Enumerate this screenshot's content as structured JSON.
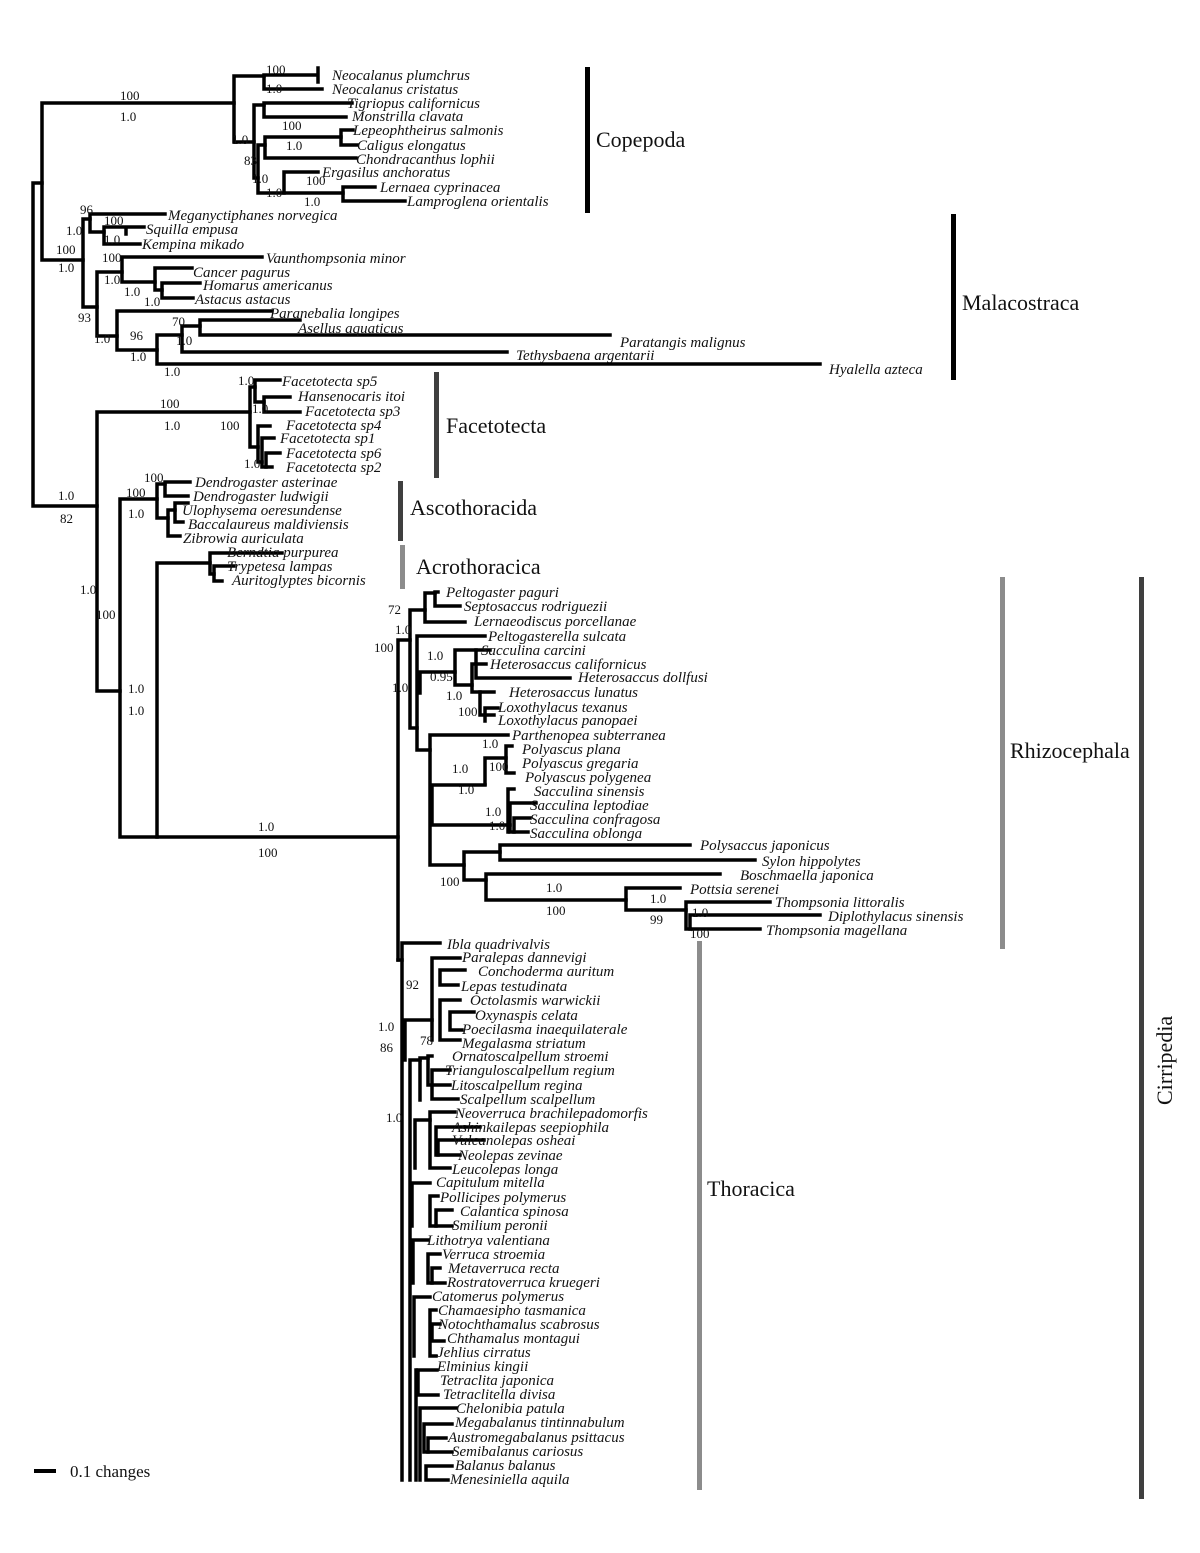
{
  "taxa": [
    "Neocalanus plumchrus",
    "Neocalanus cristatus",
    "Tigriopus californicus",
    "Monstrilla clavata",
    "Lepeophtheirus salmonis",
    "Caligus elongatus",
    "Chondracanthus lophii",
    "Ergasilus anchoratus",
    "Lernaea cyprinacea",
    "Lamproglena orientalis",
    "Meganyctiphanes norvegica",
    "Squilla empusa",
    "Kempina mikado",
    "Vaunthompsonia minor",
    "Cancer pagurus",
    "Homarus americanus",
    "Astacus astacus",
    "Paranebalia longipes",
    "Asellus aquaticus",
    "Paratangis malignus",
    "Tethysbaena argentarii",
    "Hyalella azteca",
    "Facetotecta sp5",
    "Hansenocaris itoi",
    "Facetotecta sp3",
    "Facetotecta sp4",
    "Facetotecta sp1",
    "Facetotecta sp6",
    "Facetotecta sp2",
    "Dendrogaster asterinae",
    "Dendrogaster ludwigii",
    "Ulophysema oeresundense",
    "Baccalaureus maldiviensis",
    "Zibrowia auriculata",
    "Berndtia purpurea",
    "Trypetesa lampas",
    "Auritoglyptes bicornis",
    "Peltogaster paguri",
    "Septosaccus rodriguezii",
    "Lernaeodiscus porcellanae",
    "Peltogasterella sulcata",
    "Sacculina carcini",
    "Heterosaccus californicus",
    "Heterosaccus dollfusi",
    "Heterosaccus lunatus",
    "Loxothylacus texanus",
    "Loxothylacus panopaei",
    "Parthenopea subterranea",
    "Polyascus plana",
    "Polyascus gregaria",
    "Polyascus polygenea",
    "Sacculina sinensis",
    "Sacculina leptodiae",
    "Sacculina confragosa",
    "Sacculina oblonga",
    "Polysaccus japonicus",
    "Sylon hippolytes",
    "Boschmaella japonica",
    "Pottsia serenei",
    "Thompsonia littoralis",
    "Diplothylacus sinensis",
    "Thompsonia magellana",
    "Ibla quadrivalvis",
    "Paralepas dannevigi",
    "Conchoderma auritum",
    "Lepas testudinata",
    "Octolasmis warwickii",
    "Oxynaspis celata",
    "Poecilasma inaequilaterale",
    "Megalasma striatum",
    "Ornatoscalpellum stroemi",
    "Trianguloscalpellum regium",
    "Litoscalpellum regina",
    "Scalpellum scalpellum",
    "Neoverruca brachilepadomorfis",
    "Ashinkailepas seepiophila",
    "Vulcanolepas osheai",
    "Neolepas zevinae",
    "Leucolepas longa",
    "Capitulum mitella",
    "Pollicipes polymerus",
    "Calantica spinosa",
    "Smilium peronii",
    "Lithotrya valentiana",
    "Verruca stroemia",
    "Metaverruca recta",
    "Rostratoverruca kruegeri",
    "Catomerus polymerus",
    "Chamaesipho tasmanica",
    "Notochthamalus scabrosus",
    "Chthamalus montagui",
    "Jehlius cirratus",
    "Elminius kingii",
    "Tetraclita japonica",
    "Tetraclitella divisa",
    "Chelonibia patula",
    "Megabalanus tintinnabulum",
    "Austromegabalanus psittacus",
    "Semibalanus cariosus",
    "Balanus balanus",
    "Menesiniella aquila"
  ],
  "support_values": [
    "100",
    "1.0",
    "100",
    "1.0",
    "1.0",
    "100",
    "1.0",
    "83",
    "1.0",
    "100",
    "1.0",
    "1.0",
    "96",
    "100",
    "1.0",
    "1.0",
    "100",
    "1.0",
    "100",
    "1.0",
    "1.0",
    "1.0",
    "93",
    "70",
    "1.0",
    "96",
    "1.0",
    "1.0",
    "1.0",
    "100",
    "1.0",
    "1.0",
    "100",
    "1.0",
    "1.0",
    "100",
    "1.0",
    "100",
    "1.0",
    "82",
    "1.0",
    "100",
    "1.0",
    "1.0",
    "72",
    "1.0",
    "100",
    "1.0",
    "0.95",
    "1.0",
    "1.0",
    "100",
    "1.0",
    "100",
    "1.0",
    "1.0",
    "1.0",
    "1.0",
    "100",
    "1.0",
    "100",
    "1.0",
    "100",
    "1.0",
    "99",
    "1.0",
    "100",
    "92",
    "1.0",
    "86",
    "78",
    "1.0"
  ],
  "clades": [
    "Copepoda",
    "Malacostraca",
    "Facetotecta",
    "Ascothoracida",
    "Acrothoracica",
    "Rhizocephala",
    "Thoracica",
    "Cirripedia"
  ],
  "clade_colors": {
    "black": "#000000",
    "darkgray": "#3f3f3f",
    "gray": "#8c8c8c"
  },
  "scale_bar": {
    "label": "0.1 changes"
  }
}
